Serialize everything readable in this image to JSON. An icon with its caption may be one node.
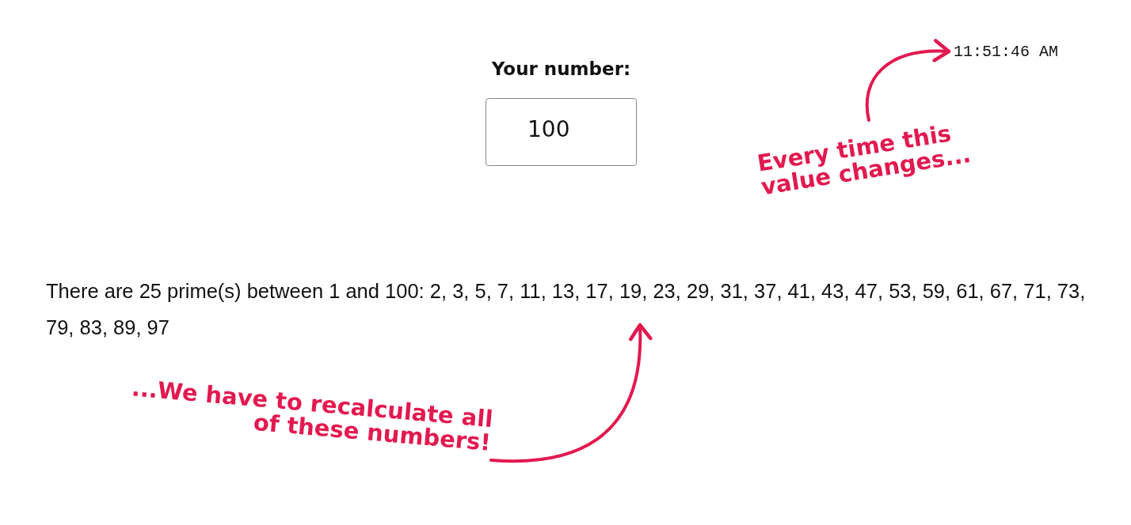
{
  "diagram": {
    "nodes": [
      {
        "text": [
          "Your number:",
          "100"
        ]
      },
      {
        "text": [
          "11:51:46 AM"
        ]
      },
      {
        "text": [
          "Every time this value changes..."
        ]
      },
      {
        "text": [
          "There are 25 prime(s) between 1 and 100: 2, 3, 5, 7, 11, 13, 17, 19, 23, 29, 31, 37, 41, 43, 47, 53, 59, 61, 67, 71, 73, 79, 83, 89, 97"
        ]
      },
      {
        "text": [
          "...We have to recalculate all of these numbers!"
        ]
      }
    ],
    "edges": [
      {
        "from": 2,
        "to": 1,
        "arrow": "to",
        "color": "#e2194f"
      },
      {
        "from": 4,
        "to": 3,
        "arrow": "to",
        "color": "#e2194f"
      }
    ]
  }
}
